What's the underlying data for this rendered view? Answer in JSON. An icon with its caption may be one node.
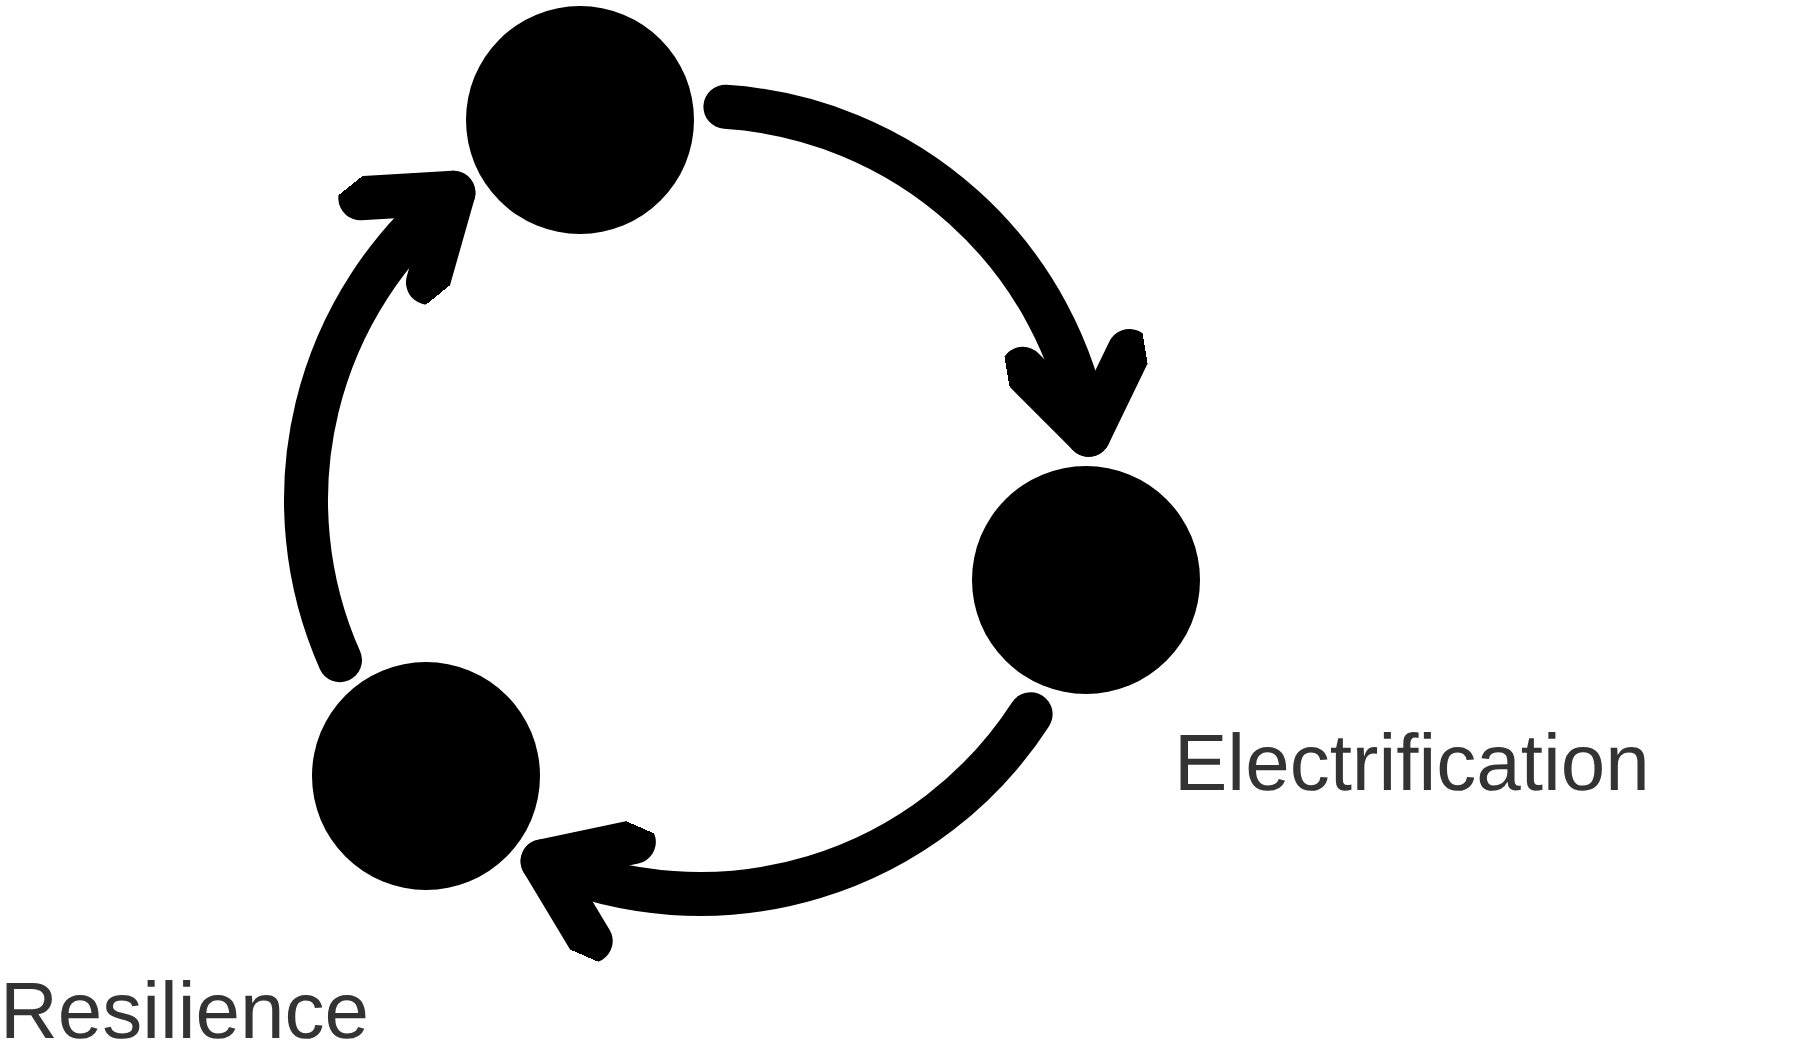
{
  "diagram": {
    "nodes": [
      {
        "text": [],
        "shape": "circle"
      },
      {
        "text": [],
        "shape": "circle",
        "beside": [
          "Electrification"
        ]
      },
      {
        "text": [],
        "shape": "circle",
        "beside": [
          "Resilience"
        ]
      }
    ],
    "edges": [
      {
        "from": 0,
        "to": 1,
        "arrow": "to"
      },
      {
        "from": 1,
        "to": 2,
        "arrow": "to"
      },
      {
        "from": 2,
        "to": 0,
        "arrow": "to"
      }
    ]
  }
}
